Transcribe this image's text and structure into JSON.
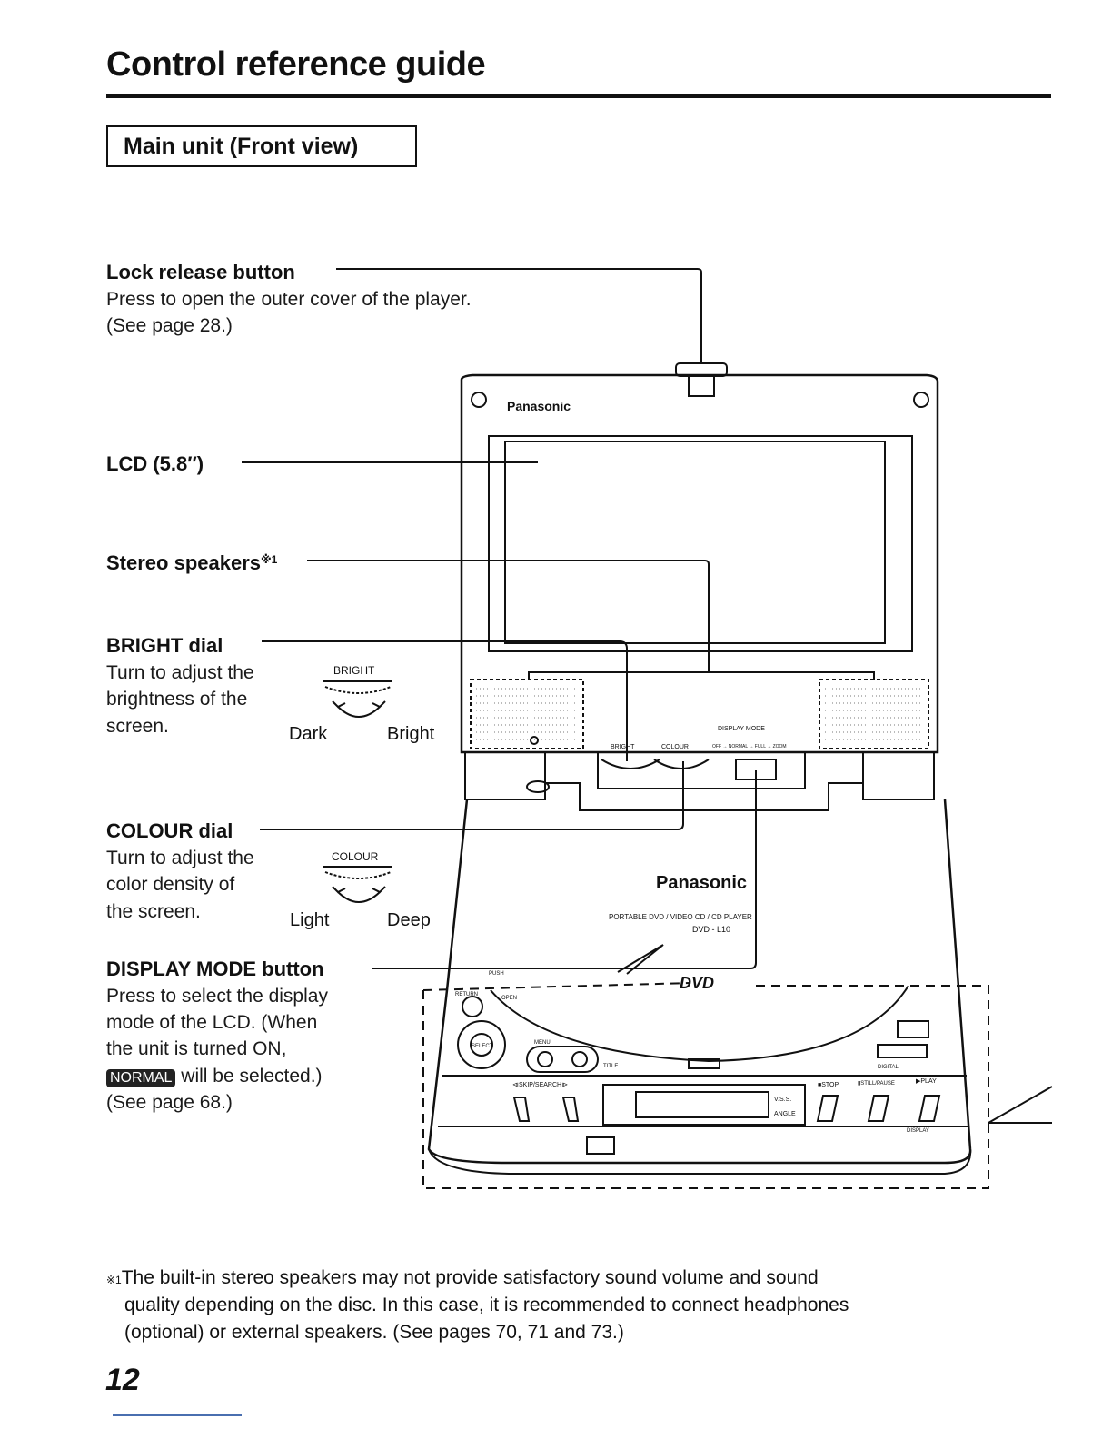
{
  "header": {
    "title": "Control reference guide",
    "section": "Main unit (Front view)"
  },
  "callouts": {
    "lock_release": {
      "label": "Lock release button",
      "desc": [
        "Press to open the outer cover of the player.",
        "(See page 28.)"
      ]
    },
    "lcd": {
      "label": "LCD (5.8″)"
    },
    "speakers": {
      "label": "Stereo speakers",
      "mark": "※1"
    },
    "bright_dial": {
      "label": "BRIGHT dial",
      "desc": [
        "Turn to adjust the",
        "brightness of the",
        "screen."
      ],
      "dial_label": "BRIGHT",
      "scale_left": "Dark",
      "scale_right": "Bright"
    },
    "colour_dial": {
      "label": "COLOUR dial",
      "desc": [
        "Turn to adjust the",
        "color density of",
        "the screen."
      ],
      "dial_label": "COLOUR",
      "scale_left": "Light",
      "scale_right": "Deep"
    },
    "display_mode": {
      "label": "DISPLAY MODE button",
      "desc": [
        "Press to select the display",
        "mode of the LCD. (When",
        "the unit is turned ON,"
      ],
      "badge": "NORMAL",
      "desc_after_badge": " will be selected.)",
      "desc_end": "(See page 68.)"
    }
  },
  "device": {
    "brand_top": "Panasonic",
    "brand_body": "Panasonic",
    "model_line1": "PORTABLE DVD / VIDEO CD / CD PLAYER",
    "model_line2": "DVD - L10",
    "panel_bright": "BRIGHT",
    "panel_colour": "COLOUR",
    "panel_display_mode": "DISPLAY MODE",
    "panel_modes": "OFF → NORMAL → FULL → ZOOM",
    "push": "PUSH",
    "return": "RETURN",
    "open": "OPEN",
    "select": "SELECT",
    "menu": "MENU",
    "title": "TITLE",
    "skip_search": "⧏SKIP/SEARCH⧐",
    "stop": "■STOP",
    "still_pause": "▮STILL/PAUSE",
    "play": "▶PLAY",
    "vss": "V.S.S.",
    "angle": "ANGLE",
    "display": "DISPLAY",
    "dvd_logo": "DVD",
    "digital": "DIGITAL"
  },
  "footnote": {
    "mark": "※1",
    "lines": [
      "The built-in stereo speakers may not provide satisfactory sound volume and sound",
      "quality depending on the disc. In this case, it is recommended to connect headphones",
      "(optional) or external speakers. (See pages 70, 71 and 73.)"
    ]
  },
  "page_number": "12"
}
